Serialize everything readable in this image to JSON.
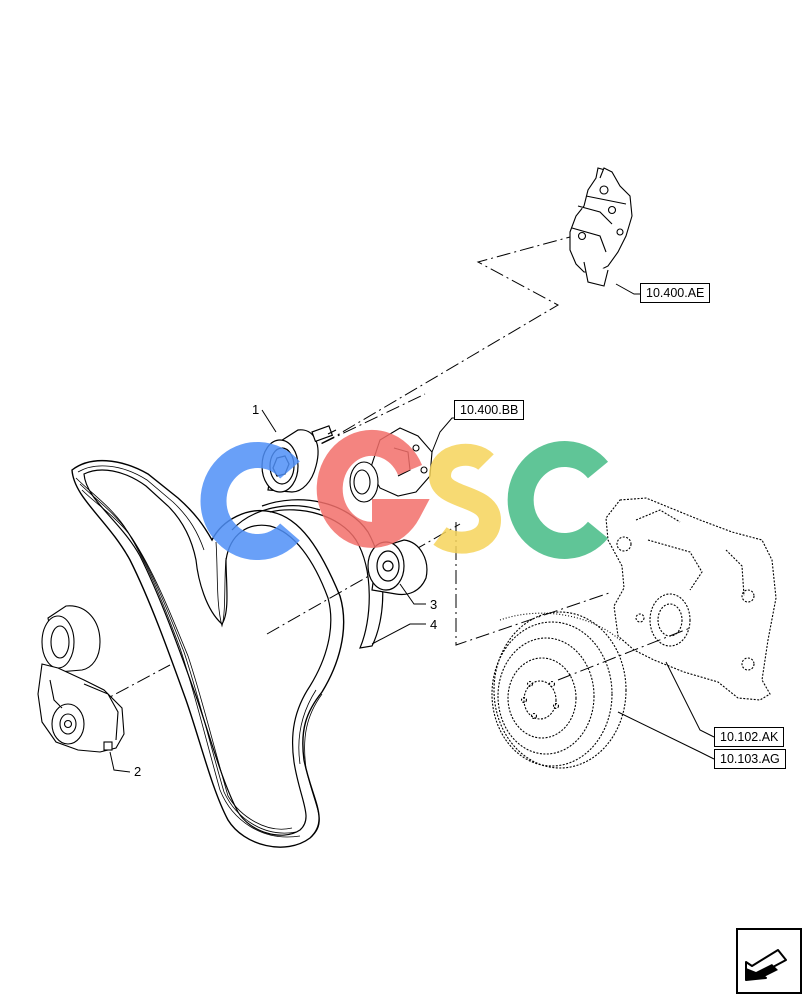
{
  "references": {
    "oil_cooler": "10.400.AE",
    "water_pump": "10.400.BB",
    "timing_cover": "10.102.AK",
    "flywheel": "10.103.AG"
  },
  "callouts": {
    "item_1": "1",
    "item_2": "2",
    "item_3": "3",
    "item_4": "4"
  },
  "watermark": {
    "text": "CGSC",
    "colors": [
      "#4f8ff7",
      "#f26f6a",
      "#f6d45a",
      "#4fbf8c"
    ]
  },
  "icons": {
    "nav": "arrow-return-icon"
  },
  "colors": {
    "line": "#000000",
    "background": "#ffffff"
  }
}
